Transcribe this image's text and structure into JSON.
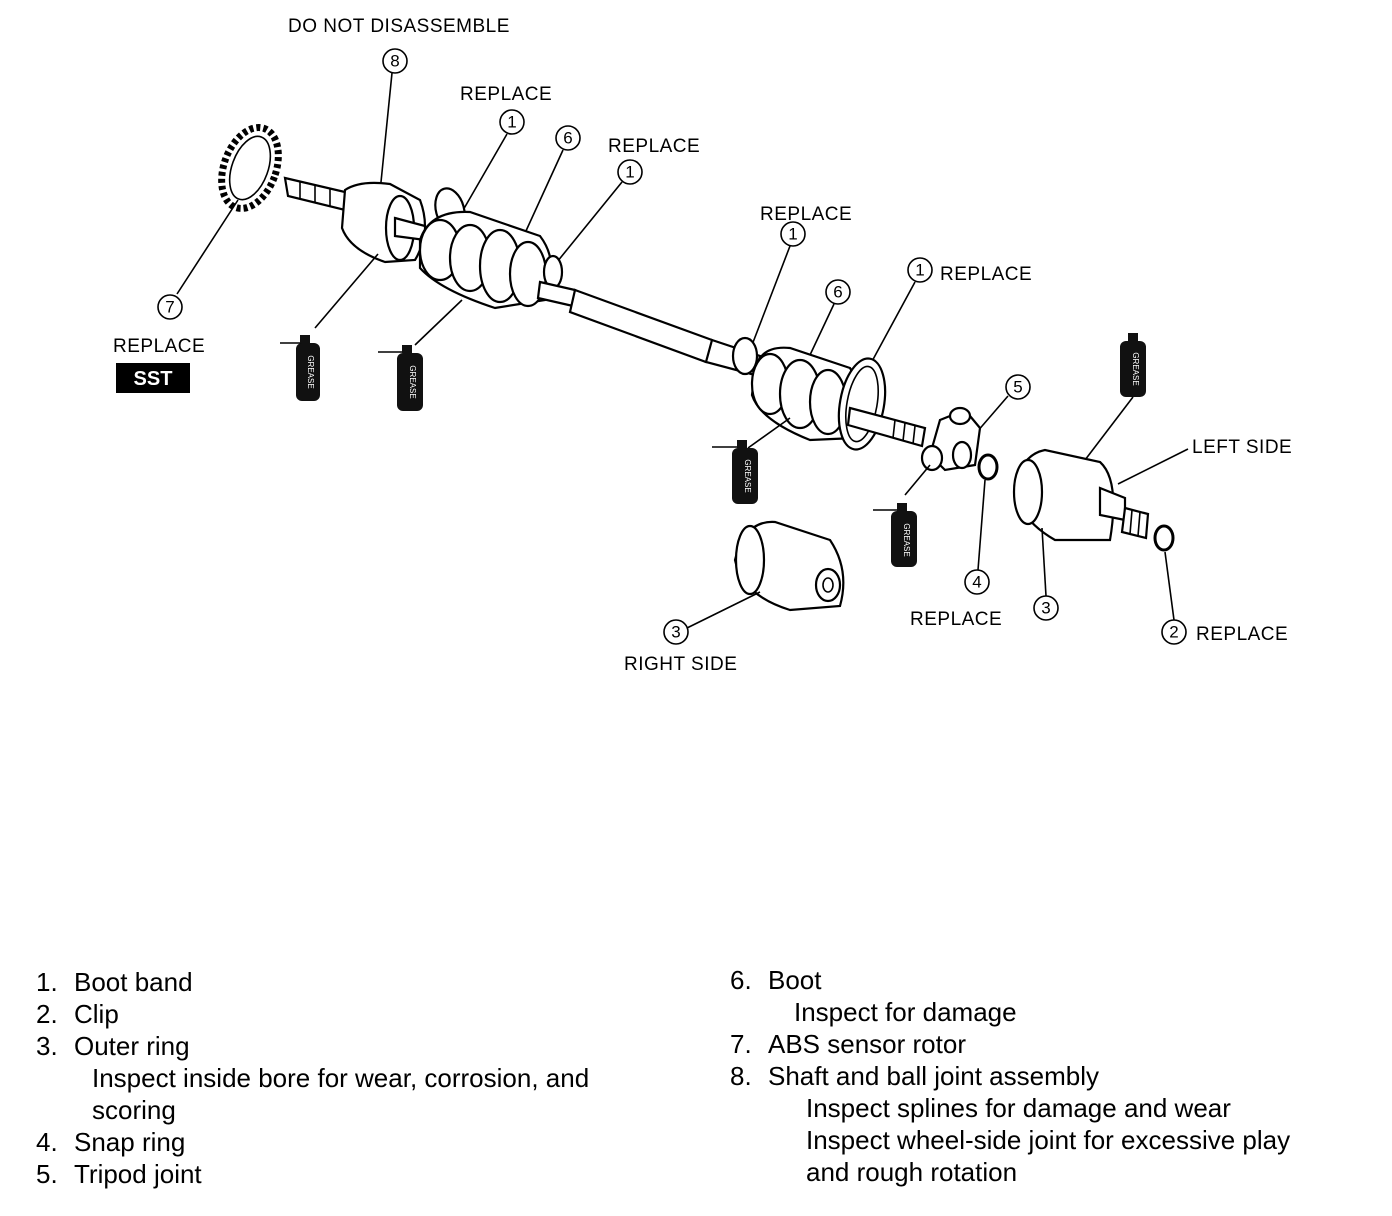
{
  "diagram": {
    "callouts": {
      "do_not_disassemble": "DO NOT DISASSEMBLE",
      "replace": "REPLACE",
      "sst": "SST",
      "left_side": "LEFT SIDE",
      "right_side": "RIGHT SIDE",
      "grease": "GREASE"
    },
    "part_numbers": [
      "1",
      "2",
      "3",
      "4",
      "5",
      "6",
      "7",
      "8"
    ]
  },
  "legend": {
    "left": [
      {
        "num": "1.",
        "name": "Boot band",
        "notes": []
      },
      {
        "num": "2.",
        "name": "Clip",
        "notes": []
      },
      {
        "num": "3.",
        "name": "Outer ring",
        "notes": [
          "Inspect inside bore for wear, corrosion, and",
          "scoring"
        ]
      },
      {
        "num": "4.",
        "name": "Snap ring",
        "notes": []
      },
      {
        "num": "5.",
        "name": "Tripod joint",
        "notes": []
      }
    ],
    "right": [
      {
        "num": "6.",
        "name": "Boot",
        "notes": [
          "Inspect for damage"
        ]
      },
      {
        "num": "7.",
        "name": "ABS sensor rotor",
        "notes": []
      },
      {
        "num": "8.",
        "name": "Shaft and ball joint assembly",
        "notes": [
          "Inspect splines for damage and wear",
          "Inspect wheel-side joint for excessive play",
          "and rough rotation"
        ]
      }
    ]
  }
}
